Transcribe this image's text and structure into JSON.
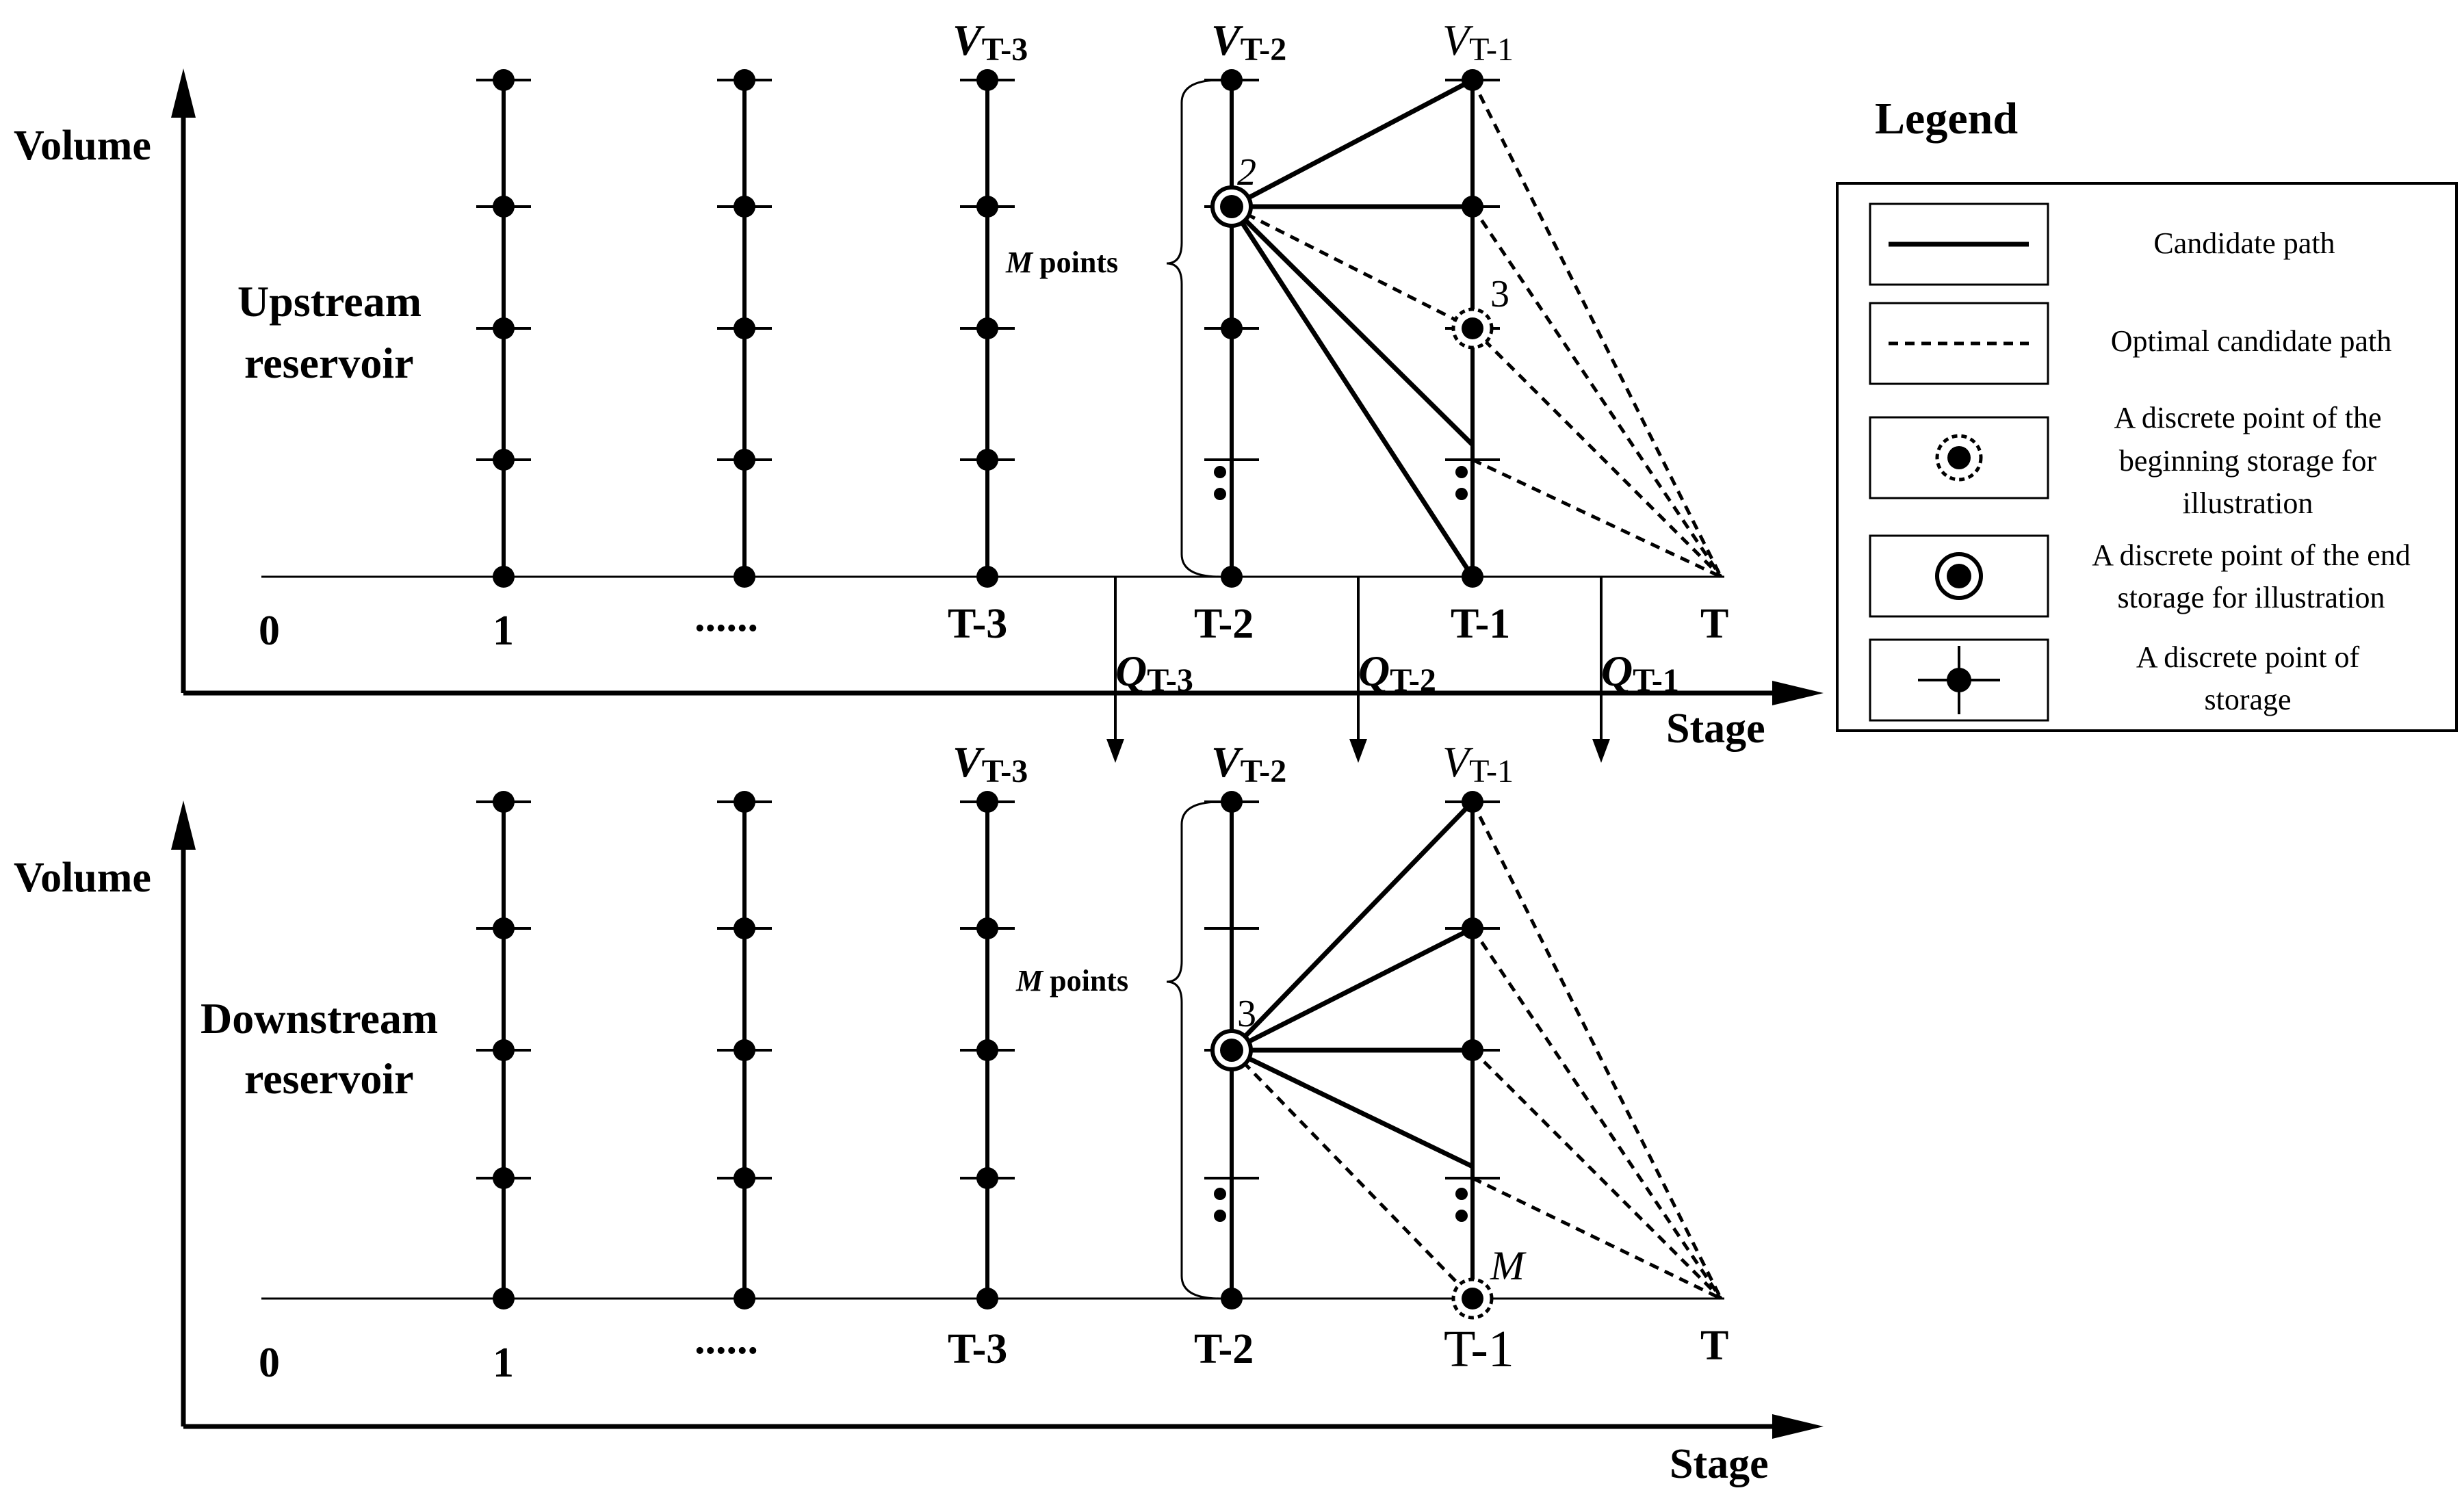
{
  "upper": {
    "y_axis_label": "Volume",
    "x_axis_label": "Stage",
    "reservoir_line1": "Upstream",
    "reservoir_line2": "reservoir",
    "stages": [
      "0",
      "1",
      "......",
      "T-3",
      "T-2",
      "T-1",
      "T"
    ],
    "v_labels": [
      {
        "sym": "V",
        "sub": "T-3"
      },
      {
        "sym": "V",
        "sub": "T-2"
      },
      {
        "sym": "V",
        "sub": "T-1"
      }
    ],
    "m_points_sym": "M",
    "m_points_text": "points",
    "begin_point_num": "2",
    "end_point_num": "3",
    "q_labels": [
      {
        "sym": "Q",
        "sub": "T-3"
      },
      {
        "sym": "Q",
        "sub": "T-2"
      },
      {
        "sym": "Q",
        "sub": "T-1"
      }
    ]
  },
  "lower": {
    "y_axis_label": "Volume",
    "x_axis_label": "Stage",
    "reservoir_line1": "Downstream",
    "reservoir_line2": "reservoir",
    "stages": [
      "0",
      "1",
      "......",
      "T-3",
      "T-2",
      "T-1",
      "T"
    ],
    "v_labels": [
      {
        "sym": "V",
        "sub": "T-3"
      },
      {
        "sym": "V",
        "sub": "T-2"
      },
      {
        "sym": "V",
        "sub": "T-1"
      }
    ],
    "m_points_sym": "M",
    "m_points_text": "points",
    "begin_point_num": "3",
    "end_point_label": "M"
  },
  "legend": {
    "title": "Legend",
    "items": [
      {
        "icon": "solid-line-icon",
        "text": [
          "Candidate path"
        ]
      },
      {
        "icon": "dashed-line-icon",
        "text": [
          "Optimal candidate path"
        ]
      },
      {
        "icon": "dashed-circle-point-icon",
        "text": [
          "A discrete point of the",
          "beginning storage for",
          "illustration"
        ]
      },
      {
        "icon": "double-circle-point-icon",
        "text": [
          "A discrete point of the end",
          "storage for illustration"
        ]
      },
      {
        "icon": "cross-point-icon",
        "text": [
          "A discrete point of",
          "storage"
        ]
      }
    ]
  }
}
